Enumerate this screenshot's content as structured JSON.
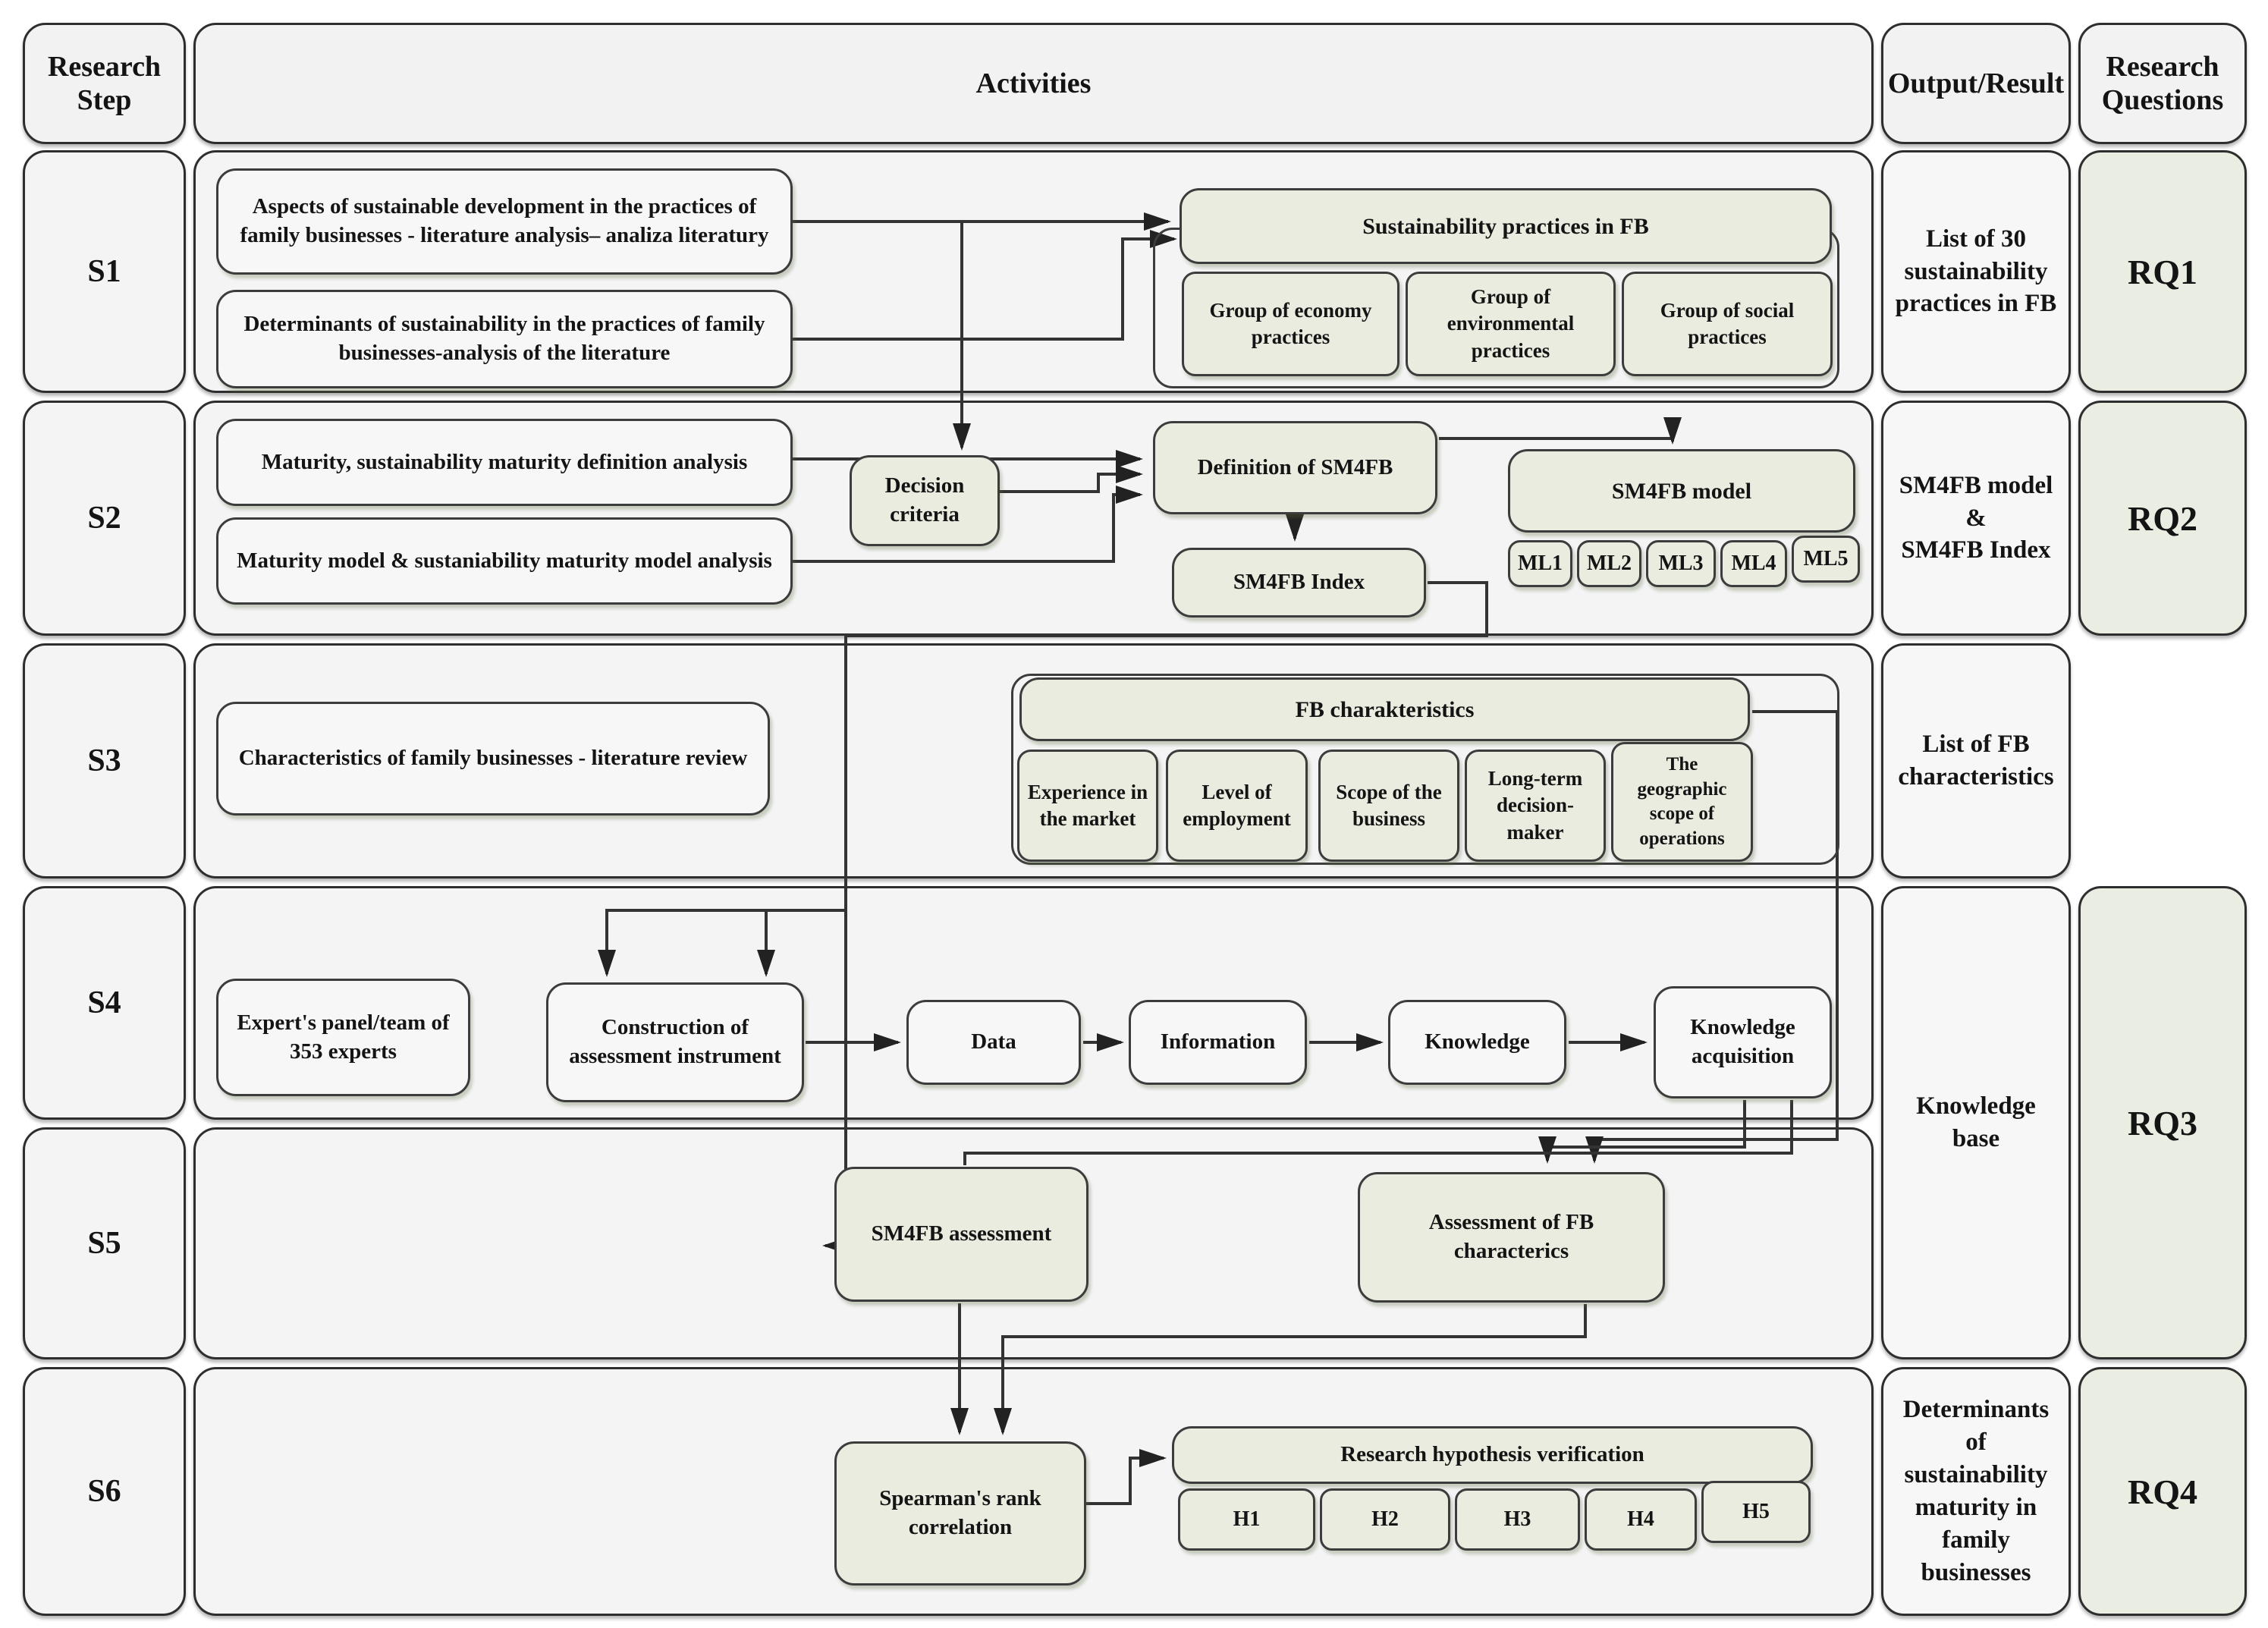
{
  "header": {
    "research_step": "Research Step",
    "activities": "Activities",
    "output_result": "Output/Result",
    "research_questions": "Research Questions"
  },
  "s1": {
    "step": "S1",
    "box1": "Aspects of sustainable development in the practices of family businesses - literature analysis– analiza literatury",
    "box2": "Determinants of sustainability in the practices of family businesses-analysis of the literature",
    "group_title": "Sustainability practices in FB",
    "groups": [
      "Group of economy practices",
      "Group of environmental practices",
      "Group of social practices"
    ],
    "output": "List of 30 sustainability practices in FB",
    "rq": "RQ1"
  },
  "s2": {
    "step": "S2",
    "box1": "Maturity, sustainability maturity definition analysis",
    "box2": "Maturity model & sustaniability maturity model analysis",
    "decision": "Decision criteria",
    "definition": "Definition of SM4FB",
    "index": "SM4FB Index",
    "model_title": "SM4FB model",
    "maturity_levels": [
      "ML1",
      "ML2",
      "ML3",
      "ML4",
      "ML5"
    ],
    "output_lines": [
      "SM4FB model",
      "&",
      "SM4FB Index"
    ],
    "rq": "RQ2"
  },
  "s3": {
    "step": "S3",
    "box1": "Characteristics of family businesses - literature review",
    "group_title": "FB charakteristics",
    "characteristics": [
      "Experience in the market",
      "Level of employment",
      "Scope of the business",
      "Long-term decision-maker",
      "The geographic scope of operations"
    ],
    "output": "List of FB characteristics"
  },
  "s4": {
    "step": "S4",
    "expert_panel": "Expert's panel/team of 353 experts",
    "construction": "Construction of assessment instrument",
    "chain": [
      "Data",
      "Information",
      "Knowledge",
      "Knowledge acquisition"
    ]
  },
  "s45": {
    "output": "Knowledge base",
    "rq": "RQ3"
  },
  "s5": {
    "step": "S5",
    "assessment": "SM4FB assessment",
    "fb_assessment": "Assessment of FB characterics"
  },
  "s6": {
    "step": "S6",
    "spearman": "Spearman's rank correlation",
    "hypothesis_title": "Research hypothesis verification",
    "hypotheses": [
      "H1",
      "H2",
      "H3",
      "H4",
      "H5"
    ],
    "output": "Determinants of sustainability maturity in family businesses",
    "rq": "RQ4"
  },
  "colors": {
    "node_green": "#e9ecdf",
    "node_white": "#f7f7f7",
    "cell_gray": "#f4f4f5",
    "border": "#333333"
  }
}
